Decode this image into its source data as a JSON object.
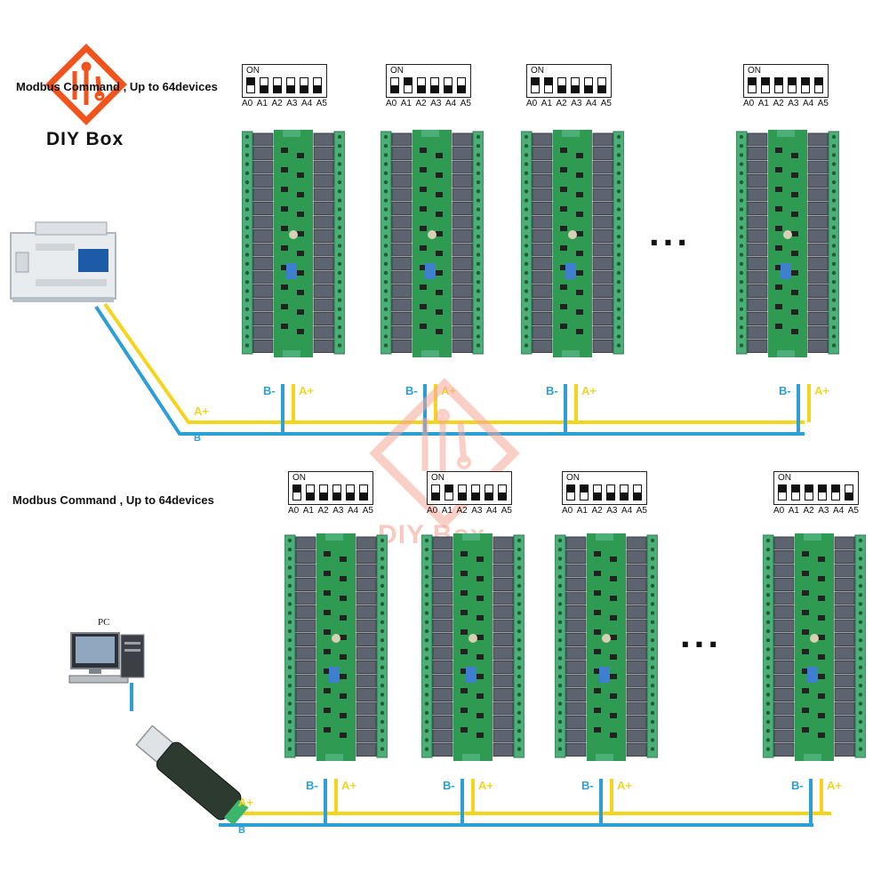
{
  "branding": {
    "logo_text": "DIY Box",
    "watermark_text": "DIY Box",
    "colors": {
      "logo_orange": "#f0531c",
      "watermark": "#f5a898"
    }
  },
  "top_section": {
    "title": "Modbus Command , Up to 64devices",
    "controller_icon": "plc-controller-icon",
    "bus_labels": {
      "a_plus": "A+",
      "b_minus": "B",
      "a_node": "A+",
      "b_node": "B-"
    },
    "boards": [
      {
        "dip": [
          1,
          0,
          0,
          0,
          0,
          0
        ]
      },
      {
        "dip": [
          0,
          1,
          0,
          0,
          0,
          0
        ]
      },
      {
        "dip": [
          1,
          1,
          0,
          0,
          0,
          0
        ]
      },
      {
        "dip": [
          1,
          1,
          1,
          1,
          1,
          1
        ]
      }
    ],
    "ellipsis": "..."
  },
  "bottom_section": {
    "title": "Modbus Command , Up to 64devices",
    "pc_label": "PC",
    "pc_icon": "desktop-pc-icon",
    "adapter_icon": "usb-rs485-adapter-icon",
    "bus_labels": {
      "a_plus": "A+",
      "b_minus": "B",
      "a_node": "A+",
      "b_node": "B-"
    },
    "boards": [
      {
        "dip": [
          1,
          0,
          0,
          0,
          0,
          0
        ]
      },
      {
        "dip": [
          0,
          1,
          0,
          0,
          0,
          0
        ]
      },
      {
        "dip": [
          1,
          1,
          0,
          0,
          0,
          0
        ]
      },
      {
        "dip": [
          1,
          1,
          1,
          1,
          1,
          0
        ]
      }
    ],
    "ellipsis": "..."
  },
  "dip_switch": {
    "on_label": "ON",
    "pin_labels": [
      "A0",
      "A1",
      "A2",
      "A3",
      "A4",
      "A5"
    ]
  },
  "colors": {
    "wire_a": "#f5d41c",
    "wire_b": "#2b9fd6",
    "pcb": "#2f9a52",
    "terminal": "#4caf78",
    "relay": "#5d6470"
  }
}
